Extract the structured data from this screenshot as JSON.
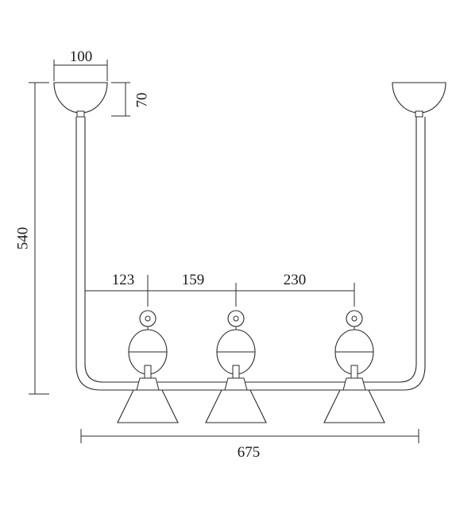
{
  "dimensions": {
    "canopy_width": "100",
    "canopy_height": "70",
    "total_height": "540",
    "spacing_first": "123",
    "spacing_second": "159",
    "spacing_third": "230",
    "total_width": "675"
  },
  "colors": {
    "line": "#2a2a2a",
    "fill": "#ffffff",
    "text": "#1a1a1a"
  }
}
